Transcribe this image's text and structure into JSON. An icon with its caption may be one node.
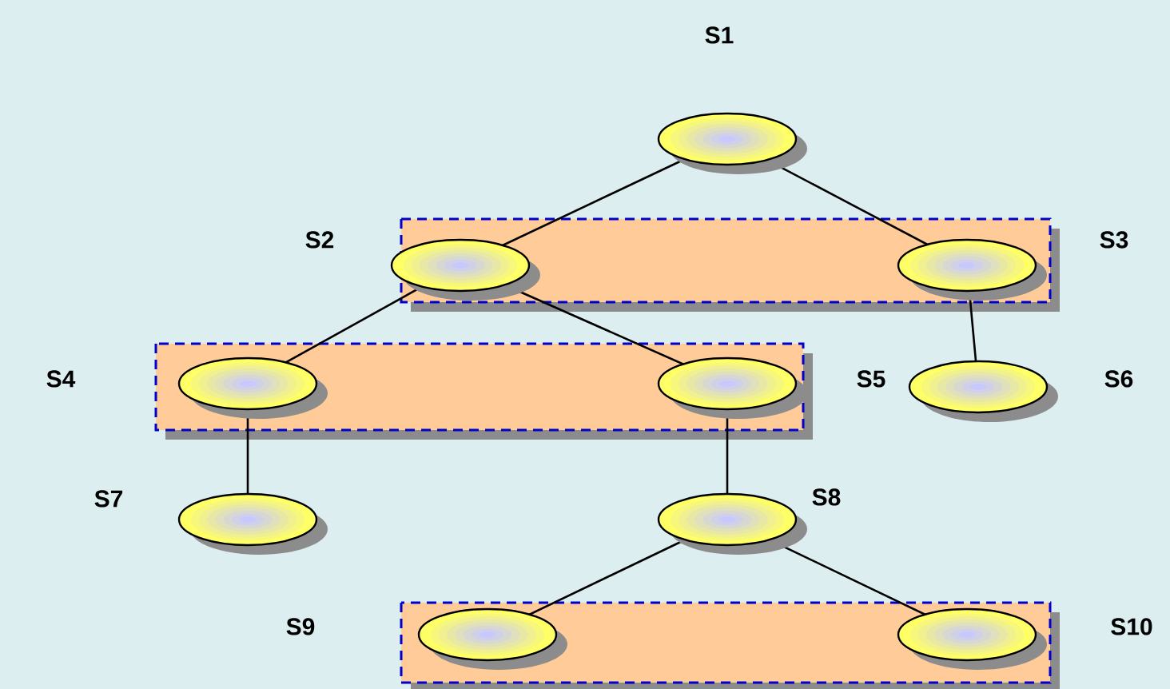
{
  "diagram": {
    "nodes": [
      {
        "text": [],
        "shape": "circle"
      },
      {
        "text": [],
        "shape": "circle"
      },
      {
        "text": [],
        "shape": "circle"
      },
      {
        "text": [],
        "shape": "circle"
      },
      {
        "text": [],
        "shape": "circle"
      },
      {
        "text": [],
        "shape": "circle"
      },
      {
        "text": [],
        "shape": "circle"
      },
      {
        "text": [],
        "shape": "circle"
      },
      {
        "text": [],
        "shape": "circle"
      },
      {
        "text": [],
        "shape": "circle"
      }
    ],
    "edges": [
      {
        "from": 0,
        "to": 1,
        "arrow": "none"
      },
      {
        "from": 0,
        "to": 2,
        "arrow": "none"
      },
      {
        "from": 1,
        "to": 3,
        "arrow": "none"
      },
      {
        "from": 1,
        "to": 4,
        "arrow": "none"
      },
      {
        "from": 2,
        "to": 5,
        "arrow": "none"
      },
      {
        "from": 3,
        "to": 6,
        "arrow": "none"
      },
      {
        "from": 4,
        "to": 7,
        "arrow": "none"
      },
      {
        "from": 7,
        "to": 8,
        "arrow": "none"
      },
      {
        "from": 7,
        "to": 9,
        "arrow": "none"
      }
    ],
    "labels": [
      "S1",
      "S2",
      "S3",
      "S4",
      "S5",
      "S6",
      "S7",
      "S8",
      "S9",
      "S10"
    ]
  }
}
